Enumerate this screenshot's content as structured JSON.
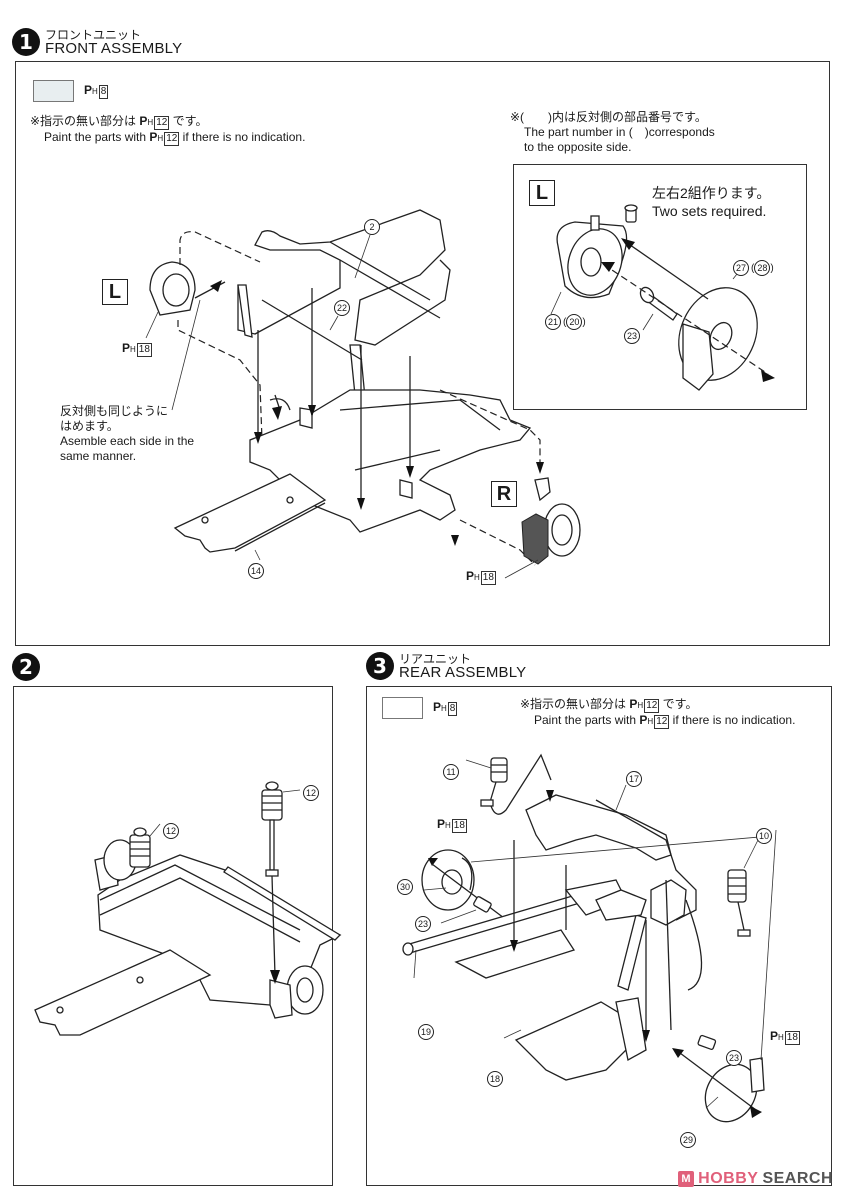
{
  "steps": [
    {
      "number": "1",
      "title_jp": "フロントユニット",
      "title_en": "FRONT ASSEMBLY",
      "legend": {
        "swatch_color": "#e8eef0",
        "paint_prefix": "P",
        "paint_sub": "H",
        "paint_number": "8"
      },
      "note_jp": "※指示の無い部分は",
      "note_jp_code": "12",
      "note_jp_tail": "です。",
      "note_en_pre": "Paint the parts with",
      "note_en_code": "12",
      "note_en_post": "if there is no indication.",
      "opposite_note": {
        "jp": "※(　　)内は反対側の部品番号です。",
        "en1": "The part number in (　)corresponds",
        "en2": "to the opposite side."
      },
      "inset": {
        "side": "L",
        "jp": "左右2組作ります。",
        "en": "Two sets required.",
        "parts": [
          {
            "num": "27",
            "alt": "28"
          },
          {
            "num": "21",
            "alt": "20"
          },
          {
            "num": "23",
            "alt": ""
          }
        ]
      },
      "left_side": "L",
      "right_side": "R",
      "left_paint": "18",
      "right_paint": "18",
      "same_manner_jp1": "反対側も同じように",
      "same_manner_jp2": "はめます。",
      "same_manner_en1": "Asemble each side in the",
      "same_manner_en2": "same manner.",
      "parts": [
        "2",
        "22",
        "14"
      ]
    },
    {
      "number": "2",
      "parts": [
        "12",
        "12"
      ]
    },
    {
      "number": "3",
      "title_jp": "リアユニット",
      "title_en": "REAR ASSEMBLY",
      "legend": {
        "swatch_color": "#ffffff",
        "paint_prefix": "P",
        "paint_sub": "H",
        "paint_number": "8"
      },
      "note_jp": "※指示の無い部分は",
      "note_jp_code": "12",
      "note_jp_tail": "です。",
      "note_en_pre": "Paint the parts with",
      "note_en_code": "12",
      "note_en_post": "if there is no indication.",
      "paint_callouts": [
        "18",
        "18"
      ],
      "parts": [
        "11",
        "17",
        "10",
        "30",
        "23",
        "19",
        "18",
        "23",
        "29"
      ]
    }
  ],
  "watermark": {
    "logo": "M",
    "hobby": "HOBBY",
    "search": "SEARCH"
  },
  "colors": {
    "ink": "#1a1a1a",
    "watermark_pink": "#e0607a",
    "watermark_gray": "#555555"
  }
}
